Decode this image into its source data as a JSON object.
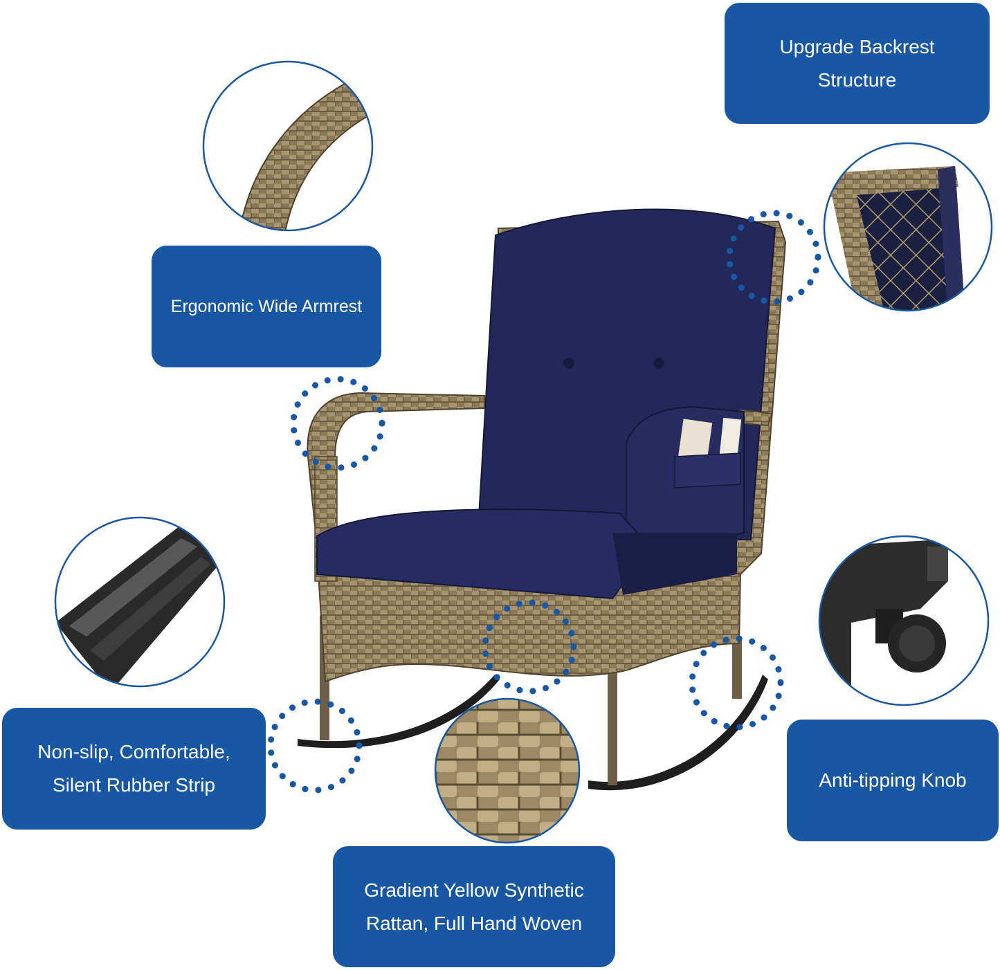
{
  "labels": {
    "backrest": {
      "line1": "Upgrade Backrest",
      "line2": "Structure"
    },
    "armrest": {
      "line1": "Ergonomic Wide Armrest"
    },
    "rubber": {
      "line1": "Non-slip, Comfortable,",
      "line2": "Silent Rubber Strip"
    },
    "knob": {
      "line1": "Anti-tipping Knob"
    },
    "rattan": {
      "line1": "Gradient Yellow Synthetic",
      "line2": "Rattan, Full Hand Woven"
    }
  },
  "colors": {
    "label_bg": "#1757a3",
    "cushion": "#22285a",
    "rattan": "#8a7a5c",
    "rocker": "#1e1e1e",
    "dots": "#1757a3"
  }
}
